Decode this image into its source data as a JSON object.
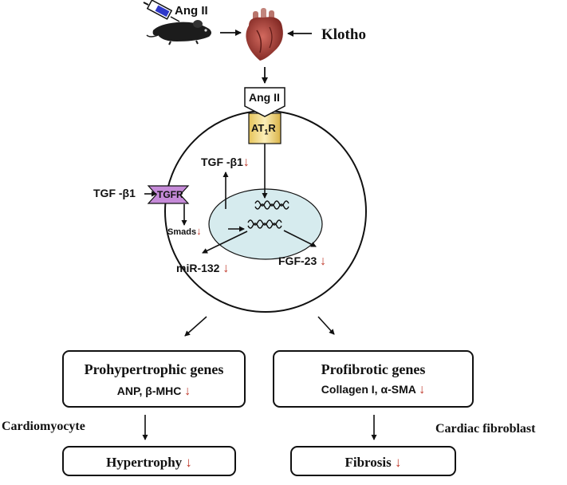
{
  "inputs": {
    "drug": "Ang II",
    "modulator": "Klotho"
  },
  "receptor": {
    "ligand": "Ang II",
    "name_main": "AT",
    "name_sub": "1",
    "name_tail": "R"
  },
  "cell": {
    "tgf_intracellular": "TGF -β1",
    "tgf_external": "TGF -β1",
    "tgfr": "TGFR",
    "smads": "Smads",
    "mirna": "miR-132",
    "fgf": "FGF-23"
  },
  "down_arrow_symbol": "↓",
  "left_branch": {
    "title": "Prohypertrophic genes",
    "genes": "ANP, β-MHC",
    "cell_type": "Cardiomyocyte",
    "outcome": "Hypertrophy"
  },
  "right_branch": {
    "title": "Profibrotic genes",
    "genes": "Collagen I, α-SMA",
    "cell_type": "Cardiac fibroblast",
    "outcome": "Fibrosis"
  },
  "colors": {
    "down_arrow": "#c0392b",
    "receptor_fill": "#f2dc8c",
    "tgfr_fill": "#c58ad8",
    "nucleus_fill": "#d6ebee",
    "heart": "#a63a36",
    "mouse": "#1c1c1c",
    "syringe_liquid": "#2f38c9"
  }
}
